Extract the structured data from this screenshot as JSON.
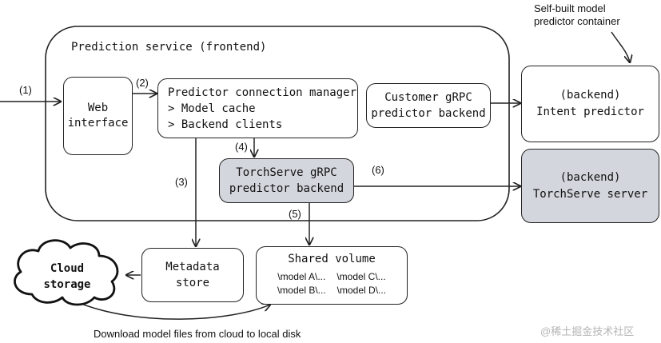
{
  "frontend_label": "Prediction service (frontend)",
  "web_interface": [
    "Web",
    "interface"
  ],
  "connection_manager": {
    "title": "Predictor connection manager",
    "items": [
      "> Model cache",
      "> Backend clients"
    ]
  },
  "customer_grpc": [
    "Customer gRPC",
    "predictor backend"
  ],
  "torchserve_grpc": [
    "TorchServe gRPC",
    "predictor backend"
  ],
  "intent_predictor": [
    "(backend)",
    "Intent predictor"
  ],
  "torchserve_server": [
    "(backend)",
    "TorchServe server"
  ],
  "self_built_note": [
    "Self-built model",
    "predictor container"
  ],
  "metadata_store": [
    "Metadata",
    "store"
  ],
  "cloud_storage": [
    "Cloud",
    "storage"
  ],
  "shared_volume": {
    "title": "Shared volume",
    "row1": [
      "\\model A\\...",
      "\\model C\\..."
    ],
    "row2": [
      "\\model B\\...",
      "\\model D\\..."
    ]
  },
  "step_labels": [
    "(1)",
    "(2)",
    "(3)",
    "(4)",
    "(5)",
    "(6)"
  ],
  "download_caption": "Download model files from cloud to local disk",
  "watermark": "@稀土掘金技术社区"
}
